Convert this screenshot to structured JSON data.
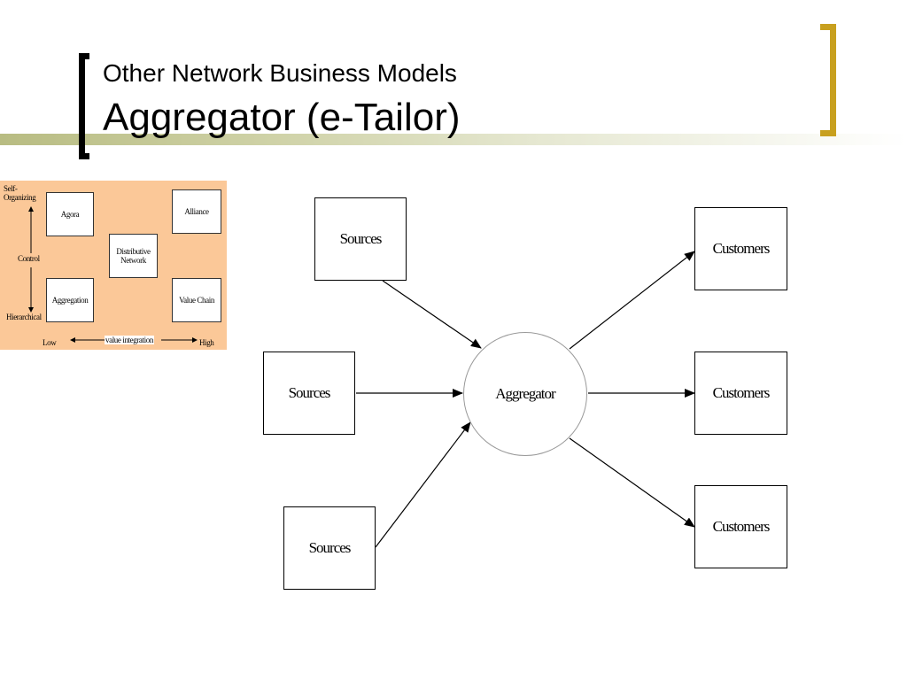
{
  "title": {
    "line1": "Other Network Business Models",
    "line2": "Aggregator (e-Tailor)"
  },
  "colors": {
    "accent_bracket": "#c8a01f",
    "title_bar": "#cfd2a7",
    "mini_background": "#fbc898"
  },
  "mini_diagram": {
    "y_top_label": "Self-\nOrganizing",
    "y_mid_label": "Control",
    "y_bottom_label": "Hierarchical",
    "x_left_label": "Low",
    "x_mid_label": "value integration",
    "x_right_label": "High",
    "boxes": {
      "agora": "Agora",
      "alliance": "Alliance",
      "distributive": "Distributive\nNetwork",
      "aggregation": "Aggregation",
      "value_chain": "Value Chain"
    }
  },
  "diagram": {
    "center": "Aggregator",
    "sources": [
      "Sources",
      "Sources",
      "Sources"
    ],
    "customers": [
      "Customers",
      "Customers",
      "Customers"
    ]
  }
}
